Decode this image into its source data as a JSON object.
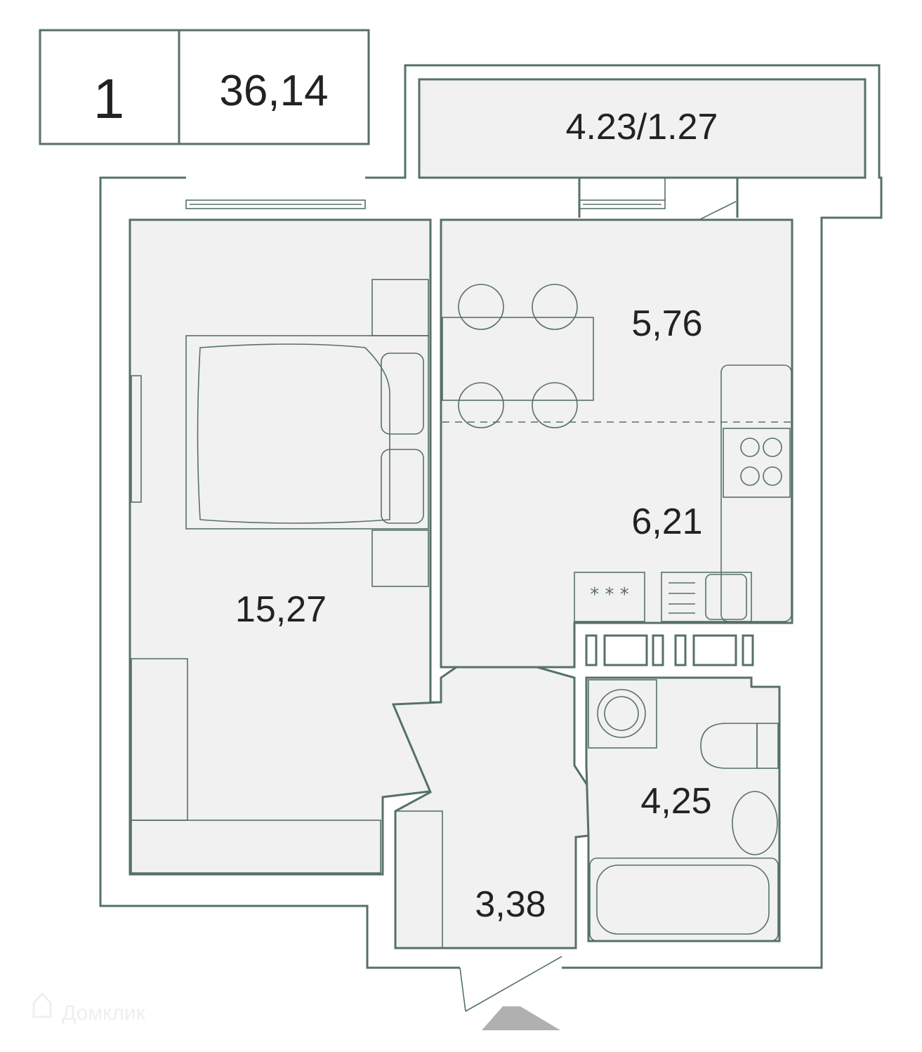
{
  "header": {
    "rooms": "1",
    "total_area": "36,14"
  },
  "rooms": {
    "balcony": "4.23/1.27",
    "dining": "5,76",
    "kitchen": "6,21",
    "bedroom": "15,27",
    "hall": "3,38",
    "bathroom": "4,25"
  },
  "watermark": "Домклик",
  "colors": {
    "wall": "#56706b",
    "room_fill": "#f1f1f1",
    "entrance_arrow": "#b0b0b0"
  }
}
